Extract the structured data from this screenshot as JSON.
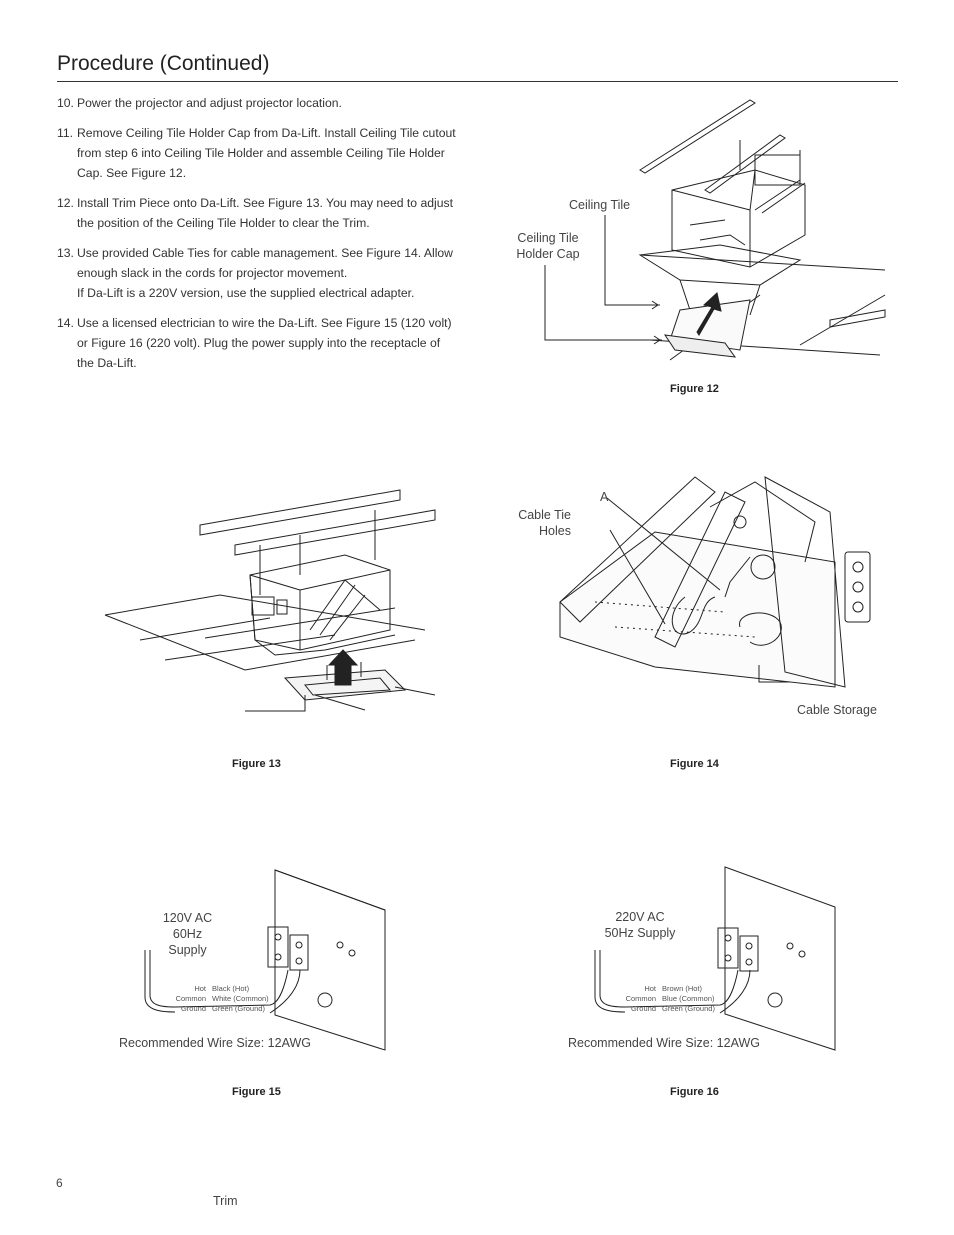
{
  "page": {
    "title": "Procedure (Continued)",
    "number": "6"
  },
  "steps": [
    {
      "num": "10.",
      "text": "Power the projector and adjust projector location."
    },
    {
      "num": "11.",
      "text": "Remove Ceiling Tile Holder Cap from Da-Lift. Install Ceiling Tile cutout from step 6 into Ceiling Tile Holder and assemble Ceiling Tile Holder Cap. See Figure 12."
    },
    {
      "num": "12.",
      "text": "Install Trim Piece onto Da-Lift. See Figure 13. You may need to adjust the position of the Ceiling Tile Holder to clear the Trim."
    },
    {
      "num": "13.",
      "text": "Use provided Cable Ties for cable management. See Figure 14. Allow enough slack in the cords for projector movement.",
      "text2": "If Da-Lift is a 220V version, use the supplied electrical adapter."
    },
    {
      "num": "14.",
      "text": "Use a licensed electrician to wire the Da-Lift. See Figure 15 (120 volt) or Figure 16 (220 volt). Plug the power supply into the receptacle of the Da-Lift."
    }
  ],
  "fig12": {
    "caption": "Figure 12",
    "label_ceiling_tile": "Ceiling Tile",
    "label_holder_cap_1": "Ceiling Tile",
    "label_holder_cap_2": "Holder Cap"
  },
  "fig13": {
    "caption": "Figure 13",
    "label_trim": "Trim"
  },
  "fig14": {
    "caption": "Figure 14",
    "label_a": "A",
    "label_cable_tie_1": "Cable Tie",
    "label_cable_tie_2": "Holes",
    "label_cable_storage": "Cable Storage"
  },
  "fig15": {
    "caption": "Figure 15",
    "supply_1": "120V AC",
    "supply_2": "60Hz",
    "supply_3": "Supply",
    "wire_left": [
      "Hot",
      "Common",
      "Ground"
    ],
    "wire_right": [
      "Black (Hot)",
      "White (Common)",
      "Green (Ground)"
    ],
    "wire_size": "Recommended Wire Size: 12AWG"
  },
  "fig16": {
    "caption": "Figure 16",
    "supply_1": "220V AC",
    "supply_2": "50Hz Supply",
    "wire_left": [
      "Hot",
      "Common",
      "Ground"
    ],
    "wire_right": [
      "Brown (Hot)",
      "Blue (Common)",
      "Green (Ground)"
    ],
    "wire_size": "Recommended Wire Size: 12AWG"
  }
}
